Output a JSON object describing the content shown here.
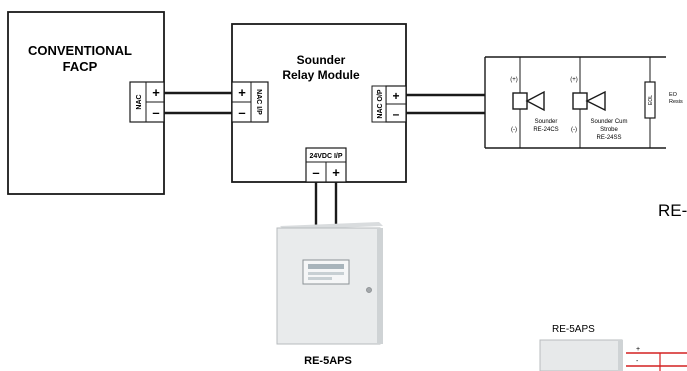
{
  "facp": {
    "title_line1": "CONVENTIONAL",
    "title_line2": "FACP",
    "nac_label": "NAC",
    "plus": "+",
    "minus": "–"
  },
  "relay_module": {
    "title_line1": "Sounder",
    "title_line2": "Relay Module",
    "nac_in_label": "NAC I/P",
    "nac_out_label": "NAC O/P",
    "power_in_label": "24VDC I/P",
    "plus": "+",
    "minus": "–"
  },
  "devices": {
    "sounder_plus": "(+)",
    "sounder_minus": "(-)",
    "sounder_name": "Sounder",
    "sounder_model": "RE-24CS",
    "strobe_plus": "(+)",
    "strobe_minus": "(-)",
    "strobe_name_line1": "Sounder Cum",
    "strobe_name_line2": "Strobe",
    "strobe_model": "RE-24SS",
    "eol_text": "EOL",
    "eol_side_line1": "EO",
    "eol_side_line2": "Resis"
  },
  "power_supply": {
    "label": "RE-5APS"
  },
  "right_fragment": {
    "cut_text": "RE-",
    "psu_label": "RE-5APS",
    "plus": "+",
    "minus": "-"
  }
}
